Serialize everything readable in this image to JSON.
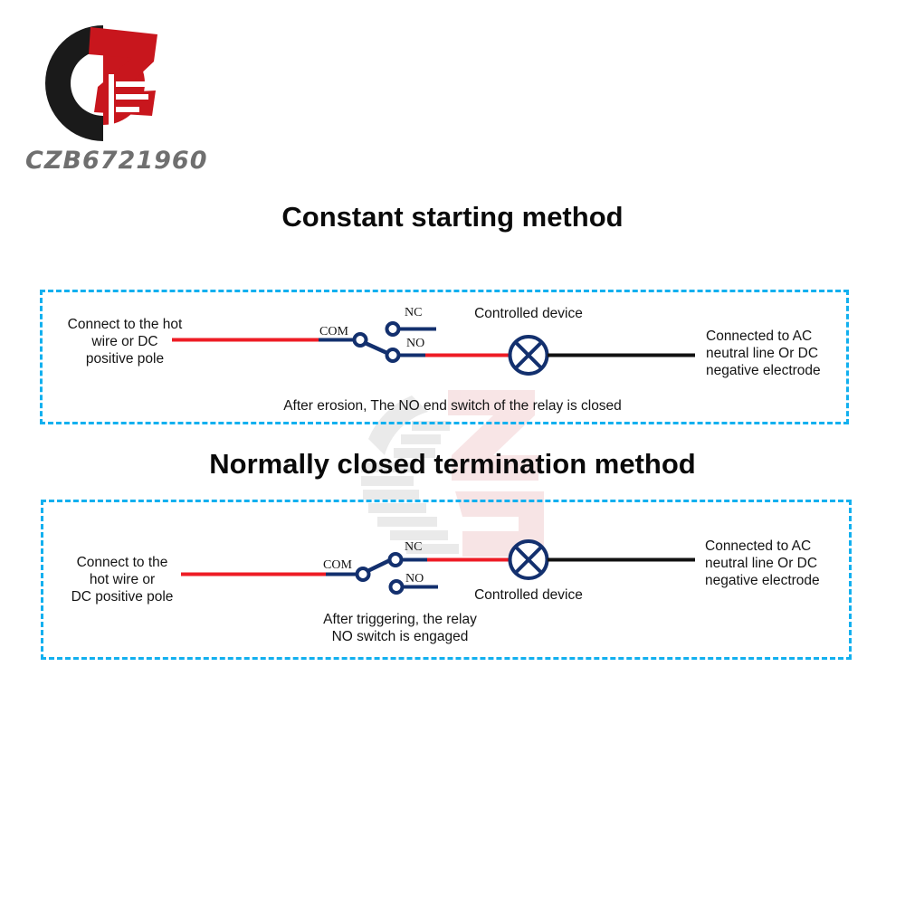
{
  "brand": {
    "wordmark": "CZB6721960",
    "logo_icon": "czb-circular-logo",
    "logo_black": "#1a1a1a",
    "logo_red": "#c8161d",
    "wordmark_color": "#6f6f6f"
  },
  "palette": {
    "dashed_border": "#12b0ef",
    "wire_red": "#ee1c25",
    "wire_black": "#111111",
    "wire_navy": "#13306e",
    "terminal_fill": "#ffffff",
    "text": "#141414",
    "watermark_gray": "#d9d9d9",
    "watermark_pink": "#f4d5d6"
  },
  "sections": [
    {
      "id": "constant-starting",
      "title": "Constant starting method",
      "left_text": "Connect to the hot\nwire or DC\npositive pole",
      "right_text": "Connected to AC\nneutral line Or DC\nnegative electrode",
      "device_label": "Controlled device",
      "caption": "After erosion, The NO end switch of the relay is closed",
      "terminals": {
        "com": "COM",
        "nc": "NC",
        "no": "NO"
      },
      "switch_position": "NO",
      "device_symbol": "lamp-crossed-circle"
    },
    {
      "id": "normally-closed-termination",
      "title": "Normally closed termination method",
      "left_text": "Connect to the\nhot wire or\nDC positive pole",
      "right_text": "Connected to AC\nneutral line Or DC\nnegative electrode",
      "device_label": "Controlled device",
      "caption": "After triggering, the relay\nNO switch is engaged",
      "terminals": {
        "com": "COM",
        "nc": "NC",
        "no": "NO"
      },
      "switch_position": "NC",
      "device_symbol": "lamp-crossed-circle"
    }
  ]
}
